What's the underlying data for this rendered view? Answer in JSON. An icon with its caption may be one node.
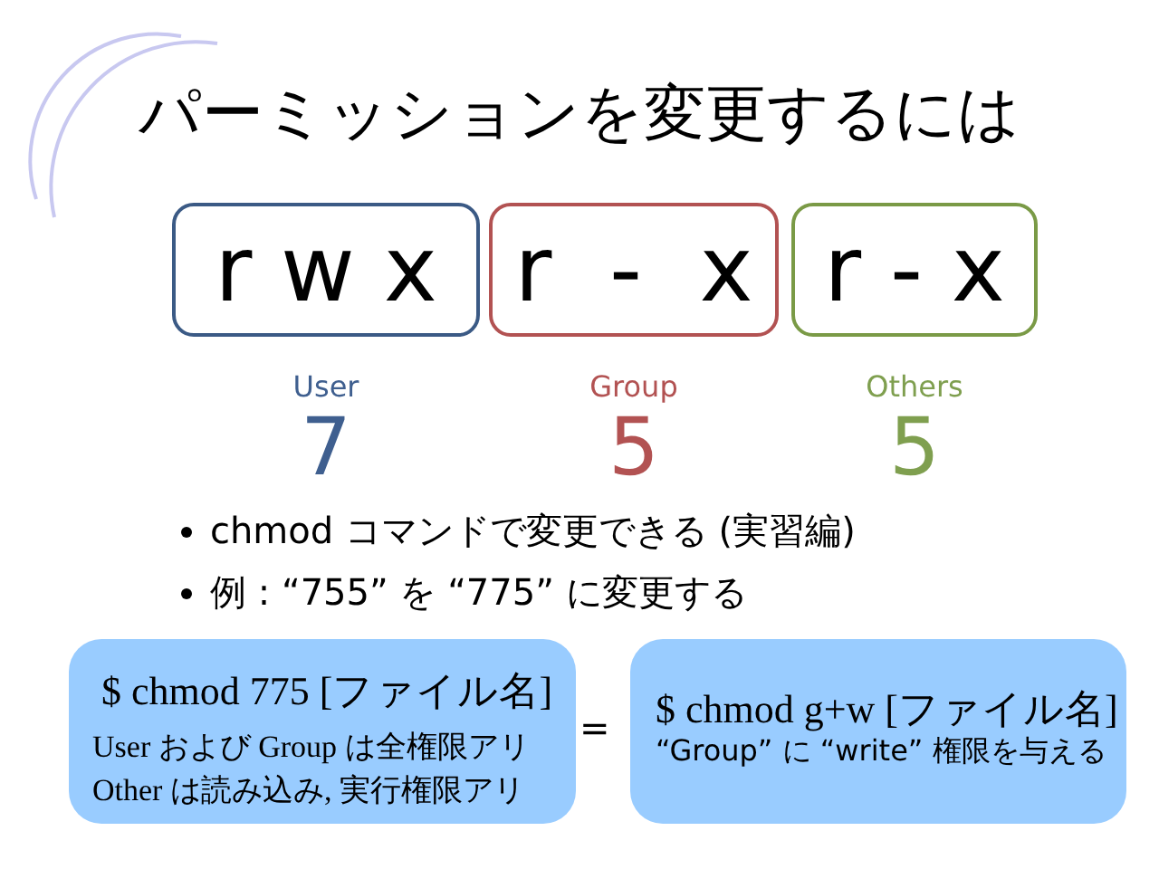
{
  "diagram": {
    "title": "パーミッションを変更するには",
    "nodes": [
      {
        "text": [
          "r w x"
        ],
        "beside": [
          "User",
          "7"
        ]
      },
      {
        "text": [
          "r  -  x"
        ],
        "beside": [
          "Group",
          "5"
        ]
      },
      {
        "text": [
          "r - x"
        ],
        "beside": [
          "Others",
          "5"
        ]
      },
      {
        "text": [
          "$ chmod 775 [ファイル名]",
          "User および Group は全権限アリ",
          "Other は読み込み, 実行権限アリ"
        ]
      },
      {
        "text": [
          "$ chmod g+w [ファイル名]",
          "“Group” に “write” 権限を与える"
        ]
      }
    ],
    "edges": [],
    "labels": [
      "chmod コマンドで変更できる (実習編)",
      "例 : “755” を “775” に変更する",
      "="
    ]
  }
}
